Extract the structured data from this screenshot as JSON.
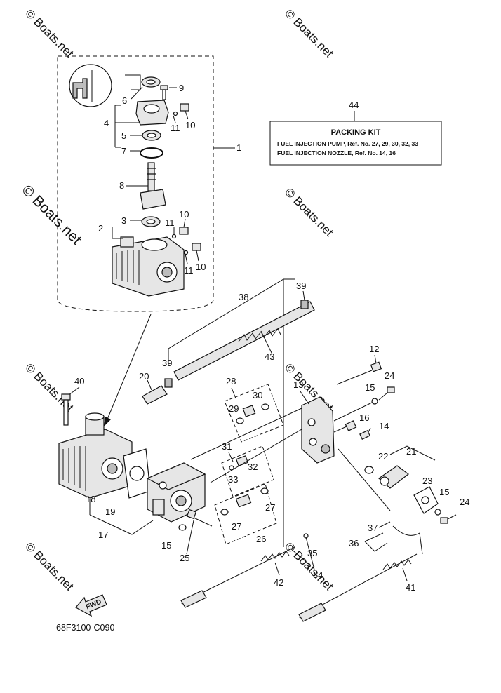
{
  "watermark": {
    "text": "© Boats.net"
  },
  "packing_kit": {
    "ref_number": "44",
    "title": "PACKING KIT",
    "lines": [
      "FUEL  INJECTION PUMP,   Ref. No. 27, 29, 30, 32, 33",
      "FUEL  INJECTION NOZZLE,   Ref. No. 14, 16"
    ]
  },
  "fwd_label": "FWD",
  "diagram_code": "68F3100-C090",
  "callouts": {
    "c1": "1",
    "c2": "2",
    "c3": "3",
    "c4": "4",
    "c5": "5",
    "c6": "6",
    "c7": "7",
    "c8": "8",
    "c9": "9",
    "c10a": "10",
    "c10b": "10",
    "c10c": "10",
    "c11a": "11",
    "c11b": "11",
    "c11c": "11",
    "c12": "12",
    "c13": "13",
    "c14": "14",
    "c15a": "15",
    "c15b": "15",
    "c15c": "15",
    "c16": "16",
    "c17": "17",
    "c18": "18",
    "c19": "19",
    "c20": "20",
    "c21": "21",
    "c22": "22",
    "c23": "23",
    "c24a": "24",
    "c24b": "24",
    "c25": "25",
    "c26": "26",
    "c27a": "27",
    "c27b": "27",
    "c28": "28",
    "c29": "29",
    "c30": "30",
    "c31": "31",
    "c32": "32",
    "c33": "33",
    "c34": "34",
    "c35": "35",
    "c36": "36",
    "c37": "37",
    "c38": "38",
    "c39a": "39",
    "c39b": "39",
    "c40": "40",
    "c41": "41",
    "c42": "42",
    "c43": "43"
  }
}
